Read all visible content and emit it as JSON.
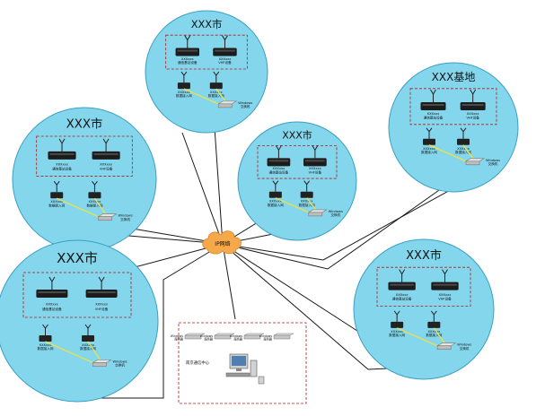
{
  "sites": [
    {
      "id": "top",
      "title": "XXX市",
      "left_radio": "XXXxxx",
      "left_radio_label": "通信基站设备",
      "right_radio": "XXXxxx",
      "right_radio_label": "VHF设备",
      "dev1_label": "XXXxxx\n数据接入网",
      "dev2_label": "XXXxxx\n数据接入网",
      "switch_label": "Windows\n交换机"
    },
    {
      "id": "left-upper",
      "title": "XXX市",
      "left_radio": "XXXxxx",
      "left_radio_label": "通信基站设备",
      "right_radio": "XXXxxx",
      "right_radio_label": "VHF设备",
      "dev1_label": "XXXxxx\n数据接入网",
      "dev2_label": "XXXxxx\n数据接入网",
      "switch_label": "Windows\n交换机"
    },
    {
      "id": "center",
      "title": "XXX市",
      "left_radio": "XXXxxx",
      "left_radio_label": "通信基站设备",
      "right_radio": "XXXxxx",
      "right_radio_label": "VHF设备",
      "dev1_label": "XXXxxx\n数据接入网",
      "dev2_label": "XXXxxx\n数据接入网",
      "switch_label": "Windows\n交换机"
    },
    {
      "id": "right-upper",
      "title": "XXX基地",
      "left_radio": "XXXxxx",
      "left_radio_label": "通信基站设备",
      "right_radio": "XXXxxx",
      "right_radio_label": "VHF设备",
      "dev1_label": "XXXxxx\n数据接入网",
      "dev2_label": "XXXxxx\n数据接入网",
      "switch_label": "Windows\n交换机"
    },
    {
      "id": "left-lower",
      "title": "XXX市",
      "left_radio": "XXXxxx",
      "left_radio_label": "通信基站设备",
      "right_radio": "XXXxxx",
      "right_radio_label": "VHF设备",
      "dev1_label": "XXXxxx\n数据接入网",
      "dev2_label": "XXXxxx\n数据接入网",
      "switch_label": "Windows\n交换机"
    },
    {
      "id": "right-lower",
      "title": "XXX市",
      "left_radio": "XXXxxx",
      "left_radio_label": "通信基站设备",
      "right_radio": "XXXxxx",
      "right_radio_label": "VHF设备",
      "dev1_label": "XXXxxx\n数据接入网",
      "dev2_label": "XXXxxx\n数据接入网",
      "switch_label": "Windows\n交换机"
    }
  ],
  "network": {
    "label": "IP网络"
  },
  "control_center": {
    "label": "南京通信中心",
    "servers": [
      {
        "name": "Windows",
        "role": "服务器"
      },
      {
        "name": "Windows",
        "role": "服务器"
      },
      {
        "name": "Windows",
        "role": "服务器"
      },
      {
        "name": "Windows",
        "role": "服务器"
      }
    ]
  },
  "colors": {
    "site_fill": "#84d6ec",
    "site_stroke": "#3a9fc2",
    "box_dash": "#b01c1c",
    "cloud": "#f5a94a",
    "line": "#1a1a1a"
  }
}
